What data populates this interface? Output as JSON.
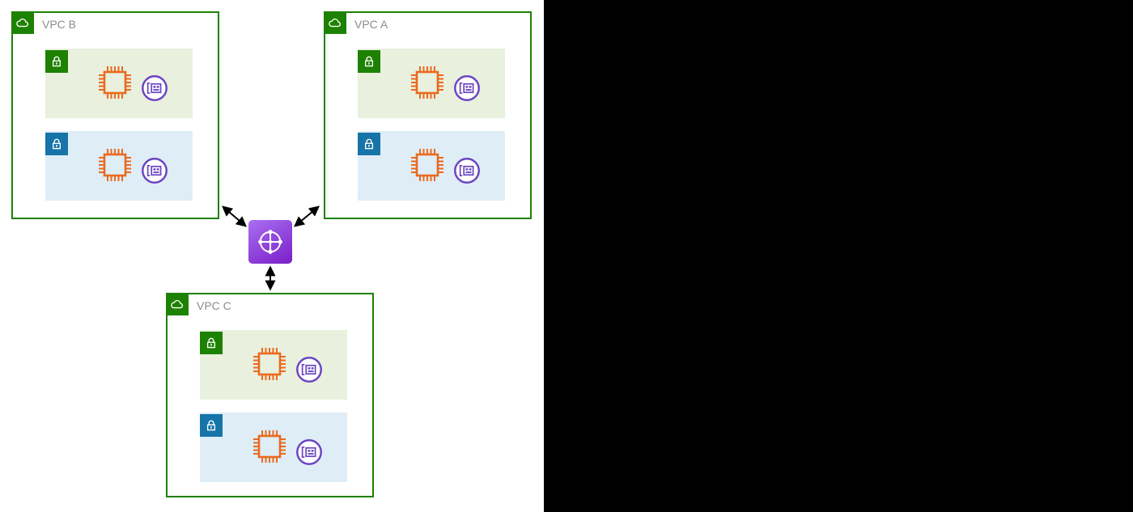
{
  "canvas": {
    "background": "#FFFFFF",
    "masked_area_color": "#000000"
  },
  "colors": {
    "vpc_border": "#1D8102",
    "vpc_icon_bg": "#1D8102",
    "public_subnet_fill": "#E9F0DE",
    "private_subnet_fill": "#DFEDF6",
    "public_subnet_icon_bg": "#1D8102",
    "private_subnet_icon_bg": "#1674A8",
    "instance_orange": "#EA6A1F",
    "network_interface_purple": "#6B46C1",
    "transit_gateway_gradient_start": "#A96FF0",
    "transit_gateway_gradient_end": "#7A1FC9",
    "label_text": "#8C8C8C",
    "arrow": "#000000"
  },
  "icons": {
    "vpc": "cloud-icon",
    "public_subnet": "lock-icon",
    "private_subnet": "lock-icon",
    "instance": "instance-chip-icon",
    "network_interface": "network-interface-icon",
    "transit_gateway": "transit-gateway-icon"
  },
  "vpcs": [
    {
      "label": "VPC B",
      "subnets": [
        "public",
        "private"
      ]
    },
    {
      "label": "VPC A",
      "subnets": [
        "public",
        "private"
      ]
    },
    {
      "label": "VPC C",
      "subnets": [
        "public",
        "private"
      ]
    }
  ],
  "connections": [
    {
      "from": "transit-gateway",
      "to": "VPC B",
      "style": "double-arrow"
    },
    {
      "from": "transit-gateway",
      "to": "VPC A",
      "style": "double-arrow"
    },
    {
      "from": "transit-gateway",
      "to": "VPC C",
      "style": "double-arrow"
    }
  ]
}
